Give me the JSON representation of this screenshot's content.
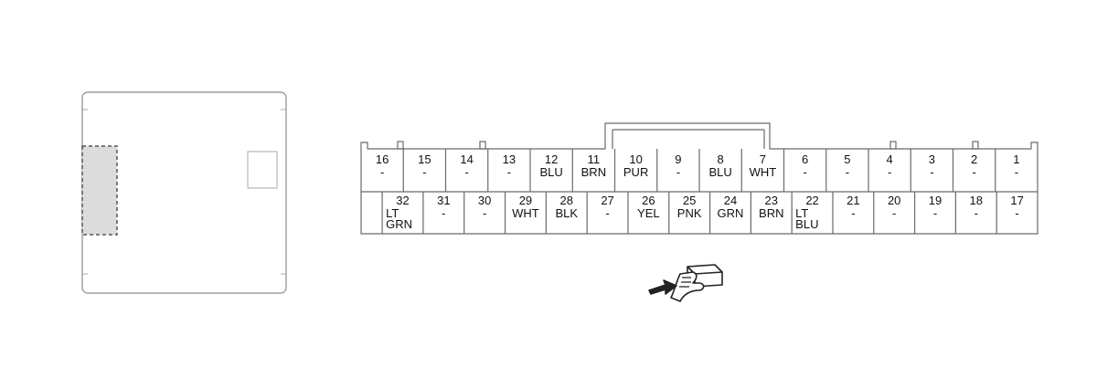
{
  "top_row": [
    {
      "pin": "16",
      "wire": "-"
    },
    {
      "pin": "15",
      "wire": "-"
    },
    {
      "pin": "14",
      "wire": "-"
    },
    {
      "pin": "13",
      "wire": "-"
    },
    {
      "pin": "12",
      "wire": "BLU"
    },
    {
      "pin": "11",
      "wire": "BRN"
    },
    {
      "pin": "10",
      "wire": "PUR"
    },
    {
      "pin": "9",
      "wire": "-"
    },
    {
      "pin": "8",
      "wire": "BLU"
    },
    {
      "pin": "7",
      "wire": "WHT"
    },
    {
      "pin": "6",
      "wire": "-"
    },
    {
      "pin": "5",
      "wire": "-"
    },
    {
      "pin": "4",
      "wire": "-"
    },
    {
      "pin": "3",
      "wire": "-"
    },
    {
      "pin": "2",
      "wire": "-"
    },
    {
      "pin": "1",
      "wire": "-"
    }
  ],
  "bottom_row": [
    {
      "pin": "32",
      "wire": [
        "LT",
        "GRN"
      ]
    },
    {
      "pin": "31",
      "wire": [
        "-"
      ]
    },
    {
      "pin": "30",
      "wire": [
        "-"
      ]
    },
    {
      "pin": "29",
      "wire": [
        "WHT"
      ]
    },
    {
      "pin": "28",
      "wire": [
        "BLK"
      ]
    },
    {
      "pin": "27",
      "wire": [
        "-"
      ]
    },
    {
      "pin": "26",
      "wire": [
        "YEL"
      ]
    },
    {
      "pin": "25",
      "wire": [
        "PNK"
      ]
    },
    {
      "pin": "24",
      "wire": [
        "GRN"
      ]
    },
    {
      "pin": "23",
      "wire": [
        "BRN"
      ]
    },
    {
      "pin": "22",
      "wire": [
        "LT",
        "BLU"
      ]
    },
    {
      "pin": "21",
      "wire": [
        "-"
      ]
    },
    {
      "pin": "20",
      "wire": [
        "-"
      ]
    },
    {
      "pin": "19",
      "wire": [
        "-"
      ]
    },
    {
      "pin": "18",
      "wire": [
        "-"
      ]
    },
    {
      "pin": "17",
      "wire": [
        "-"
      ]
    }
  ],
  "colors": {
    "outline": "#6a6a6a",
    "body_outline": "#8a8a8a",
    "highlight_fill": "#dcdcdc",
    "text": "#111111"
  },
  "icons": [
    "connector-component-view",
    "probe-hand-icon"
  ]
}
